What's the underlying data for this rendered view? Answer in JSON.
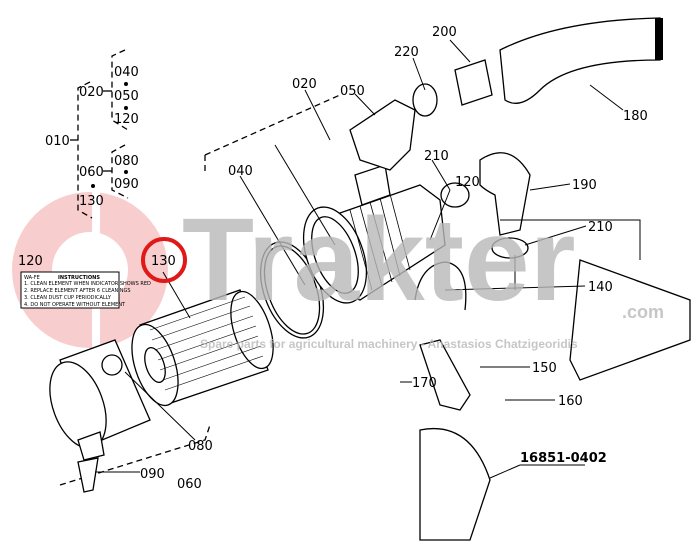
{
  "watermark": {
    "brand": "Trakter",
    "domain": ".com",
    "subtitle": "Spare parts for agricultural machinery - Anastasios Chatzigeoridis",
    "logo_color": "#f4a6a6",
    "text_color": "#b9b9b9"
  },
  "highlight": {
    "part": "130",
    "ring_color": "#e01818"
  },
  "drawing_code": "16851-0402",
  "assembly_tree": {
    "root": "010",
    "groups": [
      {
        "parent": "020",
        "children": [
          "040",
          "050",
          "120"
        ]
      },
      {
        "parent": "060",
        "children": [
          "080",
          "090"
        ],
        "extra": "130"
      }
    ]
  },
  "callouts": [
    "200",
    "220",
    "020",
    "050",
    "180",
    "040",
    "210",
    "190",
    "210",
    "120",
    "130",
    "120",
    "140",
    "150",
    "170",
    "160",
    "080",
    "090",
    "060"
  ],
  "instruction_label": {
    "title": "INSTRUCTIONS",
    "code": "WA-FE",
    "lines": [
      "1. CLEAN ELEMENT WHEN INDICATOR SHOWS RED",
      "2. REPLACE ELEMENT AFTER 6 CLEANINGS",
      "3. CLEAN DUST CUP PERIODICALLY",
      "4. DO NOT OPERATE WITHOUT ELEMENT"
    ]
  }
}
